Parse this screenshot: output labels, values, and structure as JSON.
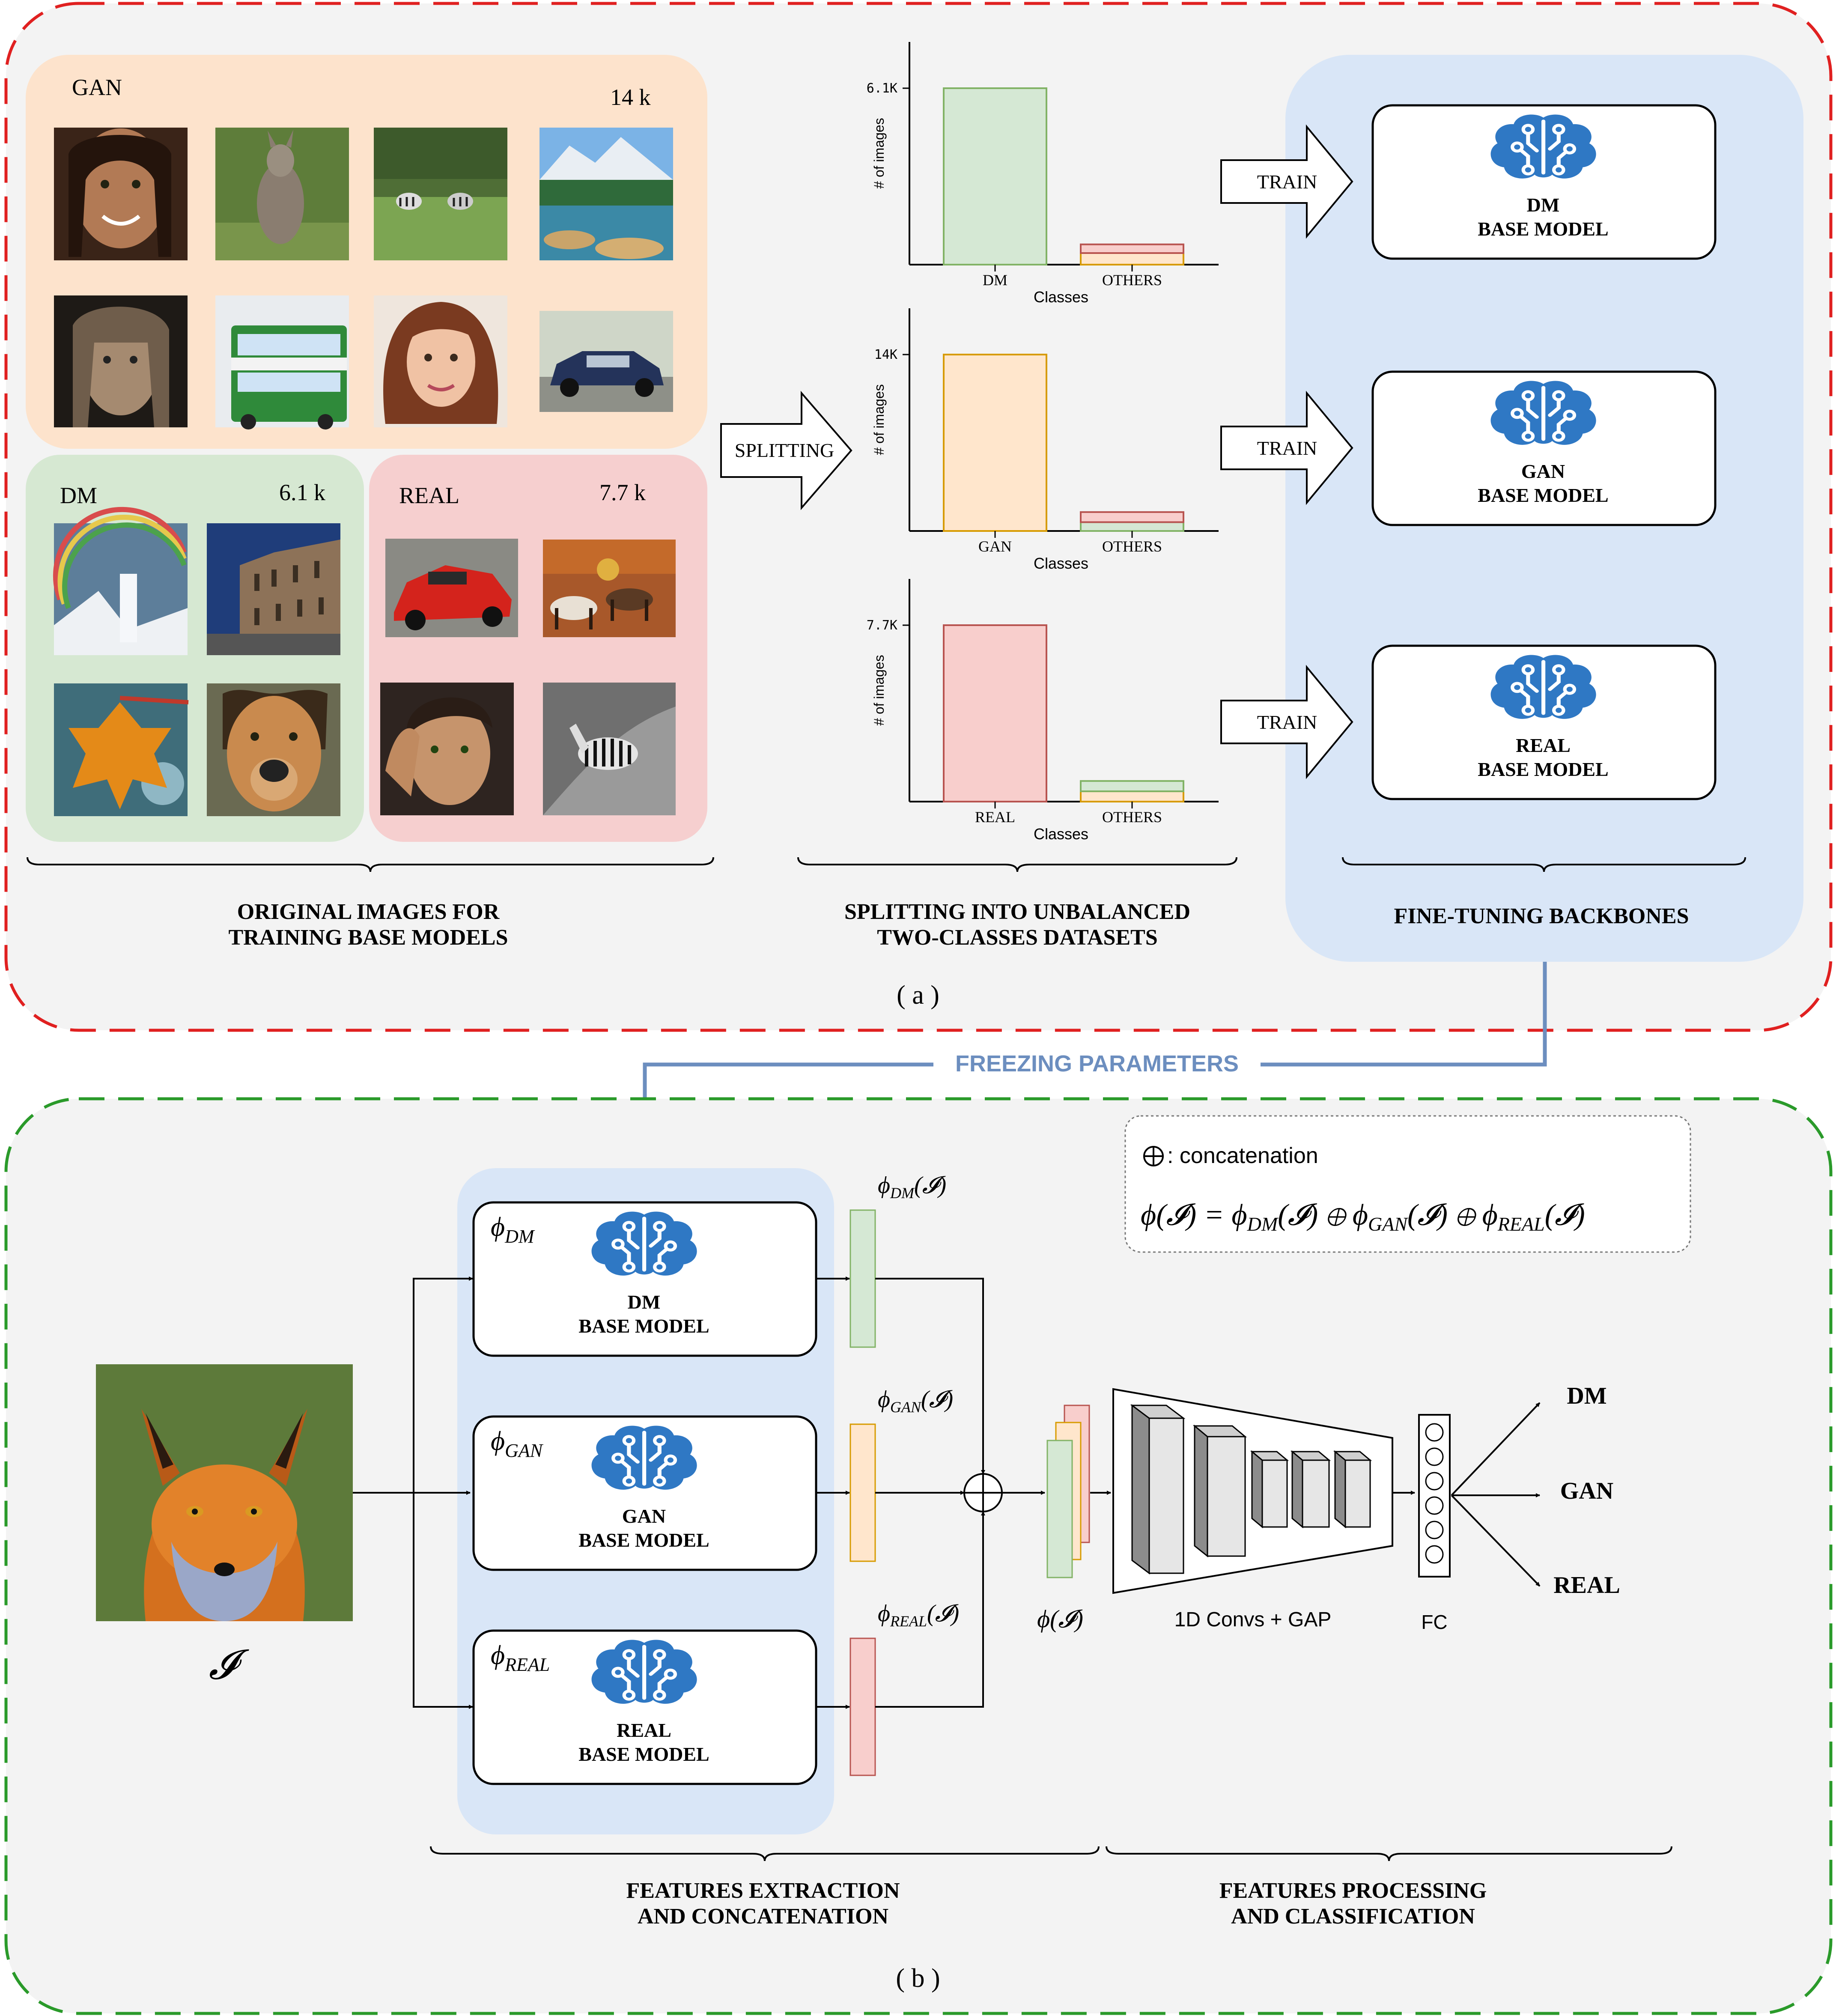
{
  "colors": {
    "panel_bg": "#f3f3f3",
    "panel_a_border": "#e02020",
    "panel_b_border": "#2a9a2a",
    "gan_fill": "#fde3cc",
    "dm_fill": "#d6e8d2",
    "real_fill": "#f6cfcf",
    "blue_panel": "#d9e6f7",
    "brain_blue": "#2f78c4",
    "freeze_line": "#6c8ebf",
    "bar_green": "#d5e8d4",
    "bar_green_stroke": "#82b366",
    "bar_orange": "#ffe6cc",
    "bar_orange_stroke": "#d79b00",
    "bar_red": "#f8cecc",
    "bar_red_stroke": "#b85450"
  },
  "panel_a": {
    "caption": "( a )",
    "gan_group": {
      "label": "GAN",
      "count": "14 k",
      "images": [
        "woman-face",
        "kangaroo",
        "zebras-field",
        "mountain-lake",
        "rocker-face",
        "green-bus",
        "redhead-woman",
        "blue-car"
      ]
    },
    "dm_group": {
      "label": "DM",
      "count": "6.1 k",
      "images": [
        "rainbow-waterfall",
        "european-street",
        "autumn-leaf",
        "dog-face"
      ]
    },
    "real_group": {
      "label": "REAL",
      "count": "7.7 k",
      "images": [
        "red-sports-car",
        "horses-painting",
        "young-man",
        "zebra-bw"
      ]
    },
    "splitting_arrow": "SPLITTING",
    "section_1": {
      "line1": "ORIGINAL IMAGES FOR",
      "line2": "TRAINING BASE MODELS"
    },
    "section_2": {
      "line1": "SPLITTING INTO UNBALANCED",
      "line2": "TWO-CLASSES DATASETS"
    },
    "section_3": {
      "line1": "FINE-TUNING BACKBONES"
    },
    "train_label": "TRAIN",
    "base_models": [
      {
        "line1": "DM",
        "line2": "BASE MODEL"
      },
      {
        "line1": "GAN",
        "line2": "BASE MODEL"
      },
      {
        "line1": "REAL",
        "line2": "BASE MODEL"
      }
    ]
  },
  "chart_data": [
    {
      "type": "bar",
      "categories": [
        "DM",
        "OTHERS"
      ],
      "ytick_label": "6.1K",
      "ylabel": "# of images",
      "xlabel": "Classes",
      "main_value": 6.1,
      "others_stack": [
        {
          "color": "orange",
          "value": 0.4
        },
        {
          "color": "red",
          "value": 0.3
        }
      ]
    },
    {
      "type": "bar",
      "categories": [
        "GAN",
        "OTHERS"
      ],
      "ytick_label": "14K",
      "ylabel": "# of images",
      "xlabel": "Classes",
      "main_value": 14,
      "others_stack": [
        {
          "color": "green",
          "value": 0.7
        },
        {
          "color": "red",
          "value": 0.8
        }
      ]
    },
    {
      "type": "bar",
      "categories": [
        "REAL",
        "OTHERS"
      ],
      "ytick_label": "7.7K",
      "ylabel": "# of images",
      "xlabel": "Classes",
      "main_value": 7.7,
      "others_stack": [
        {
          "color": "orange",
          "value": 0.45
        },
        {
          "color": "green",
          "value": 0.45
        }
      ]
    }
  ],
  "freezing_label": "FREEZING PARAMETERS",
  "panel_b": {
    "caption": "( b )",
    "input_image": "fox-portrait",
    "input_symbol": "𝓘",
    "legend": {
      "concat_text": ": concatenation",
      "formula": "ϕ(𝓘) = ϕ",
      "formula_full": [
        "ϕ(𝓘) = ϕ",
        "DM",
        "(𝓘) ⊕ ϕ",
        "GAN",
        "(𝓘) ⊕ ϕ",
        "REAL",
        "(𝓘)"
      ]
    },
    "extractors": [
      {
        "phi": "ϕ",
        "sub": "DM",
        "line1": "DM",
        "line2": "BASE MODEL",
        "feat_phi": "ϕ",
        "feat_sub": "DM",
        "feat_arg": "(𝓘)"
      },
      {
        "phi": "ϕ",
        "sub": "GAN",
        "line1": "GAN",
        "line2": "BASE MODEL",
        "feat_phi": "ϕ",
        "feat_sub": "GAN",
        "feat_arg": "(𝓘)"
      },
      {
        "phi": "ϕ",
        "sub": "REAL",
        "line1": "REAL",
        "line2": "BASE MODEL",
        "feat_phi": "ϕ",
        "feat_sub": "REAL",
        "feat_arg": "(𝓘)"
      }
    ],
    "concat_label": "ϕ(𝓘)",
    "convs_label": "1D Convs + GAP",
    "fc_label": "FC",
    "outputs": [
      "DM",
      "GAN",
      "REAL"
    ],
    "section_1": {
      "line1": "FEATURES EXTRACTION",
      "line2": "AND CONCATENATION"
    },
    "section_2": {
      "line1": "FEATURES PROCESSING",
      "line2": "AND CLASSIFICATION"
    }
  }
}
